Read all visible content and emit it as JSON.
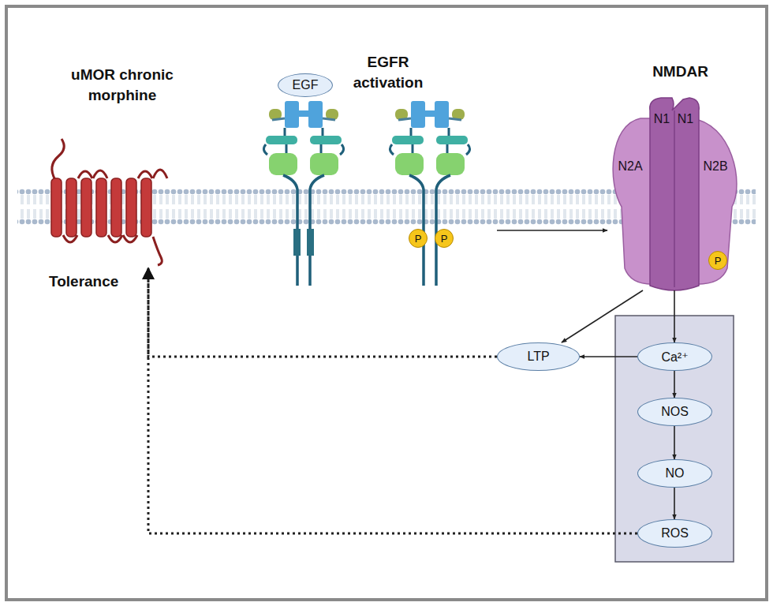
{
  "diagram": {
    "nodes": [
      {
        "text": [
          "uMOR chronic morphine"
        ]
      },
      {
        "text": [
          "EGF"
        ]
      },
      {
        "text": [
          "EGFR activation"
        ]
      },
      {
        "text": [
          "P"
        ],
        "in": 2
      },
      {
        "text": [
          "P"
        ],
        "in": 2
      },
      {
        "text": [
          "NMDAR",
          "N1",
          "N1",
          "N2A",
          "N2B"
        ]
      },
      {
        "text": [
          "P"
        ],
        "in": 5
      },
      {
        "text": [
          "LTP"
        ]
      },
      {
        "text": [
          "Ca²⁺"
        ]
      },
      {
        "text": [
          "NOS"
        ]
      },
      {
        "text": [
          "NO"
        ]
      },
      {
        "text": [
          "ROS"
        ]
      }
    ],
    "edges": [
      {
        "from": 2,
        "to": 5,
        "arrow": "to"
      },
      {
        "from": 5,
        "to": 7,
        "arrow": "to"
      },
      {
        "from": 5,
        "to": 8,
        "arrow": "to"
      },
      {
        "from": 8,
        "to": 7,
        "arrow": "to"
      },
      {
        "from": 8,
        "to": 9,
        "arrow": "to"
      },
      {
        "from": 9,
        "to": 10,
        "arrow": "to"
      },
      {
        "from": 10,
        "to": 11,
        "arrow": "to"
      },
      {
        "from": 7,
        "to": 0,
        "arrow": "to"
      },
      {
        "from": 11,
        "to": 0,
        "arrow": "to"
      }
    ],
    "labels": [
      "Tolerance"
    ]
  }
}
